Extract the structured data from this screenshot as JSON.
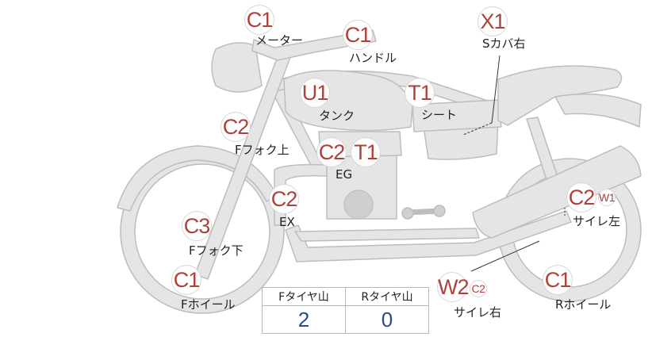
{
  "colors": {
    "code": "#b0413a",
    "value": "#2c4a86",
    "shape_fill": "#e5e5e5",
    "shape_stroke": "#bdbdbd"
  },
  "inspection_codes": {
    "meter": "C1",
    "handle": "C1",
    "seat_cover_right": "X1",
    "tank": "U1",
    "seat": "T1",
    "front_fork_upper": "C2",
    "engine_a": "C2",
    "engine_b": "T1",
    "exhaust": "C2",
    "muffler_left": "C2",
    "muffler_left_sub": "W1",
    "front_fork_lower": "C3",
    "front_wheel": "C1",
    "muffler_right": "W2",
    "muffler_right_sub": "C2",
    "rear_wheel": "C1"
  },
  "part_labels": {
    "meter": "メーター",
    "handle": "ハンドル",
    "seat_cover_right": "Sカバ右",
    "tank": "タンク",
    "seat": "シート",
    "front_fork_upper": "Fフォク上",
    "engine": "EG",
    "exhaust": "EX",
    "muffler_left": "サイレ左",
    "front_fork_lower": "Fフォク下",
    "front_wheel": "Fホイール",
    "muffler_right": "サイレ右",
    "rear_wheel": "Rホイール"
  },
  "tire_table": {
    "headers": [
      "Fタイヤ山",
      "Rタイヤ山"
    ],
    "values": [
      "2",
      "0"
    ]
  }
}
